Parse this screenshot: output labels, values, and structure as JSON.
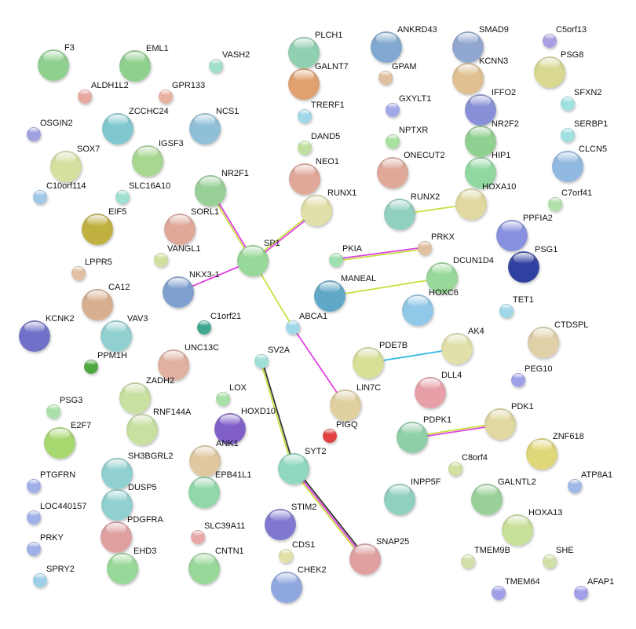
{
  "nodes": [
    {
      "label": "F3",
      "size": "L",
      "color": "#8fd08f"
    },
    {
      "label": "EML1",
      "size": "L",
      "color": "#8fd08f"
    },
    {
      "label": "VASH2",
      "size": "S",
      "color": "#a0e0c8"
    },
    {
      "label": "ALDH1L2",
      "size": "S",
      "color": "#e8a8a0"
    },
    {
      "label": "GPR133",
      "size": "S",
      "color": "#e8b0a0"
    },
    {
      "label": "PLCH1",
      "size": "L",
      "color": "#90d0b0"
    },
    {
      "label": "GALNT7",
      "size": "L",
      "color": "#e0a070"
    },
    {
      "label": "ANKRD43",
      "size": "L",
      "color": "#80a8d0"
    },
    {
      "label": "SMAD9",
      "size": "L",
      "color": "#90a8d0"
    },
    {
      "label": "C5orf13",
      "size": "S",
      "color": "#a8a0e0"
    },
    {
      "label": "PSG8",
      "size": "L",
      "color": "#d8d890"
    },
    {
      "label": "GPAM",
      "size": "S",
      "color": "#e0c0a0"
    },
    {
      "label": "KCNN3",
      "size": "L",
      "color": "#e0c090"
    },
    {
      "label": "TRERF1",
      "size": "S",
      "color": "#a0d8e8"
    },
    {
      "label": "GXYLT1",
      "size": "S",
      "color": "#a0a8e8"
    },
    {
      "label": "IFFO2",
      "size": "L",
      "color": "#8890d8"
    },
    {
      "label": "SFXN2",
      "size": "S",
      "color": "#a0e0e0"
    },
    {
      "label": "OSGIN2",
      "size": "S",
      "color": "#a0a0e0"
    },
    {
      "label": "ZCCHC24",
      "size": "L",
      "color": "#80c8d0"
    },
    {
      "label": "NCS1",
      "size": "L",
      "color": "#90c0d8"
    },
    {
      "label": "NPTXR",
      "size": "S",
      "color": "#a8e0a0"
    },
    {
      "label": "NR2F2",
      "size": "L",
      "color": "#90d090"
    },
    {
      "label": "SERBP1",
      "size": "S",
      "color": "#a0e0e0"
    },
    {
      "label": "SOX7",
      "size": "L",
      "color": "#d8e0a0"
    },
    {
      "label": "IGSF3",
      "size": "L",
      "color": "#a8d890"
    },
    {
      "label": "DAND5",
      "size": "S",
      "color": "#c0e0a0"
    },
    {
      "label": "NEO1",
      "size": "L",
      "color": "#e0a898"
    },
    {
      "label": "ONECUT2",
      "size": "L",
      "color": "#e0a898"
    },
    {
      "label": "HIP1",
      "size": "L",
      "color": "#90d8a0"
    },
    {
      "label": "CLCN5",
      "size": "L",
      "color": "#90b8e0"
    },
    {
      "label": "C10orf114",
      "size": "S",
      "color": "#a0c8e8"
    },
    {
      "label": "SLC16A10",
      "size": "S",
      "color": "#a0e0d0"
    },
    {
      "label": "NR2F1",
      "size": "L",
      "color": "#98d098"
    },
    {
      "label": "RUNX1",
      "size": "L",
      "color": "#e0e0a8"
    },
    {
      "label": "RUNX2",
      "size": "L",
      "color": "#90d0c0"
    },
    {
      "label": "HOXA10",
      "size": "L",
      "color": "#e0d8a0"
    },
    {
      "label": "C7orf41",
      "size": "S",
      "color": "#b0e0a8"
    },
    {
      "label": "EIF5",
      "size": "L",
      "color": "#c0b040"
    },
    {
      "label": "SORL1",
      "size": "L",
      "color": "#e0a898"
    },
    {
      "label": "PPFIA2",
      "size": "L",
      "color": "#8890e0"
    },
    {
      "label": "SP1",
      "size": "L",
      "color": "#98d898"
    },
    {
      "label": "PRKX",
      "size": "S",
      "color": "#e0c0a0"
    },
    {
      "label": "PKIA",
      "size": "S",
      "color": "#a0e0b0"
    },
    {
      "label": "VANGL1",
      "size": "S",
      "color": "#d0e0a0"
    },
    {
      "label": "LPPR5",
      "size": "S",
      "color": "#e0c0a0"
    },
    {
      "label": "PSG1",
      "size": "L",
      "color": "#3040a0"
    },
    {
      "label": "DCUN1D4",
      "size": "L",
      "color": "#98d898"
    },
    {
      "label": "MANEAL",
      "size": "L",
      "color": "#60a8c8"
    },
    {
      "label": "NKX3-1",
      "size": "L",
      "color": "#80a0d0"
    },
    {
      "label": "HOXC6",
      "size": "L",
      "color": "#90c8e8"
    },
    {
      "label": "CA12",
      "size": "L",
      "color": "#d8b090"
    },
    {
      "label": "TET1",
      "size": "S",
      "color": "#a0d8e8"
    },
    {
      "label": "ABCA1",
      "size": "S",
      "color": "#a0d8e8"
    },
    {
      "label": "KCNK2",
      "size": "L",
      "color": "#7070c8"
    },
    {
      "label": "VAV3",
      "size": "L",
      "color": "#90d0d0"
    },
    {
      "label": "C1orf21",
      "size": "S",
      "color": "#40a890"
    },
    {
      "label": "AK4",
      "size": "L",
      "color": "#e0e0a8"
    },
    {
      "label": "CTDSPL",
      "size": "L",
      "color": "#e0d0a8"
    },
    {
      "label": "PPM1H",
      "size": "S",
      "color": "#50a840"
    },
    {
      "label": "UNC13C",
      "size": "L",
      "color": "#e0b0a0"
    },
    {
      "label": "SV2A",
      "size": "S",
      "color": "#a0e0d8"
    },
    {
      "label": "PDE7B",
      "size": "L",
      "color": "#d8e098"
    },
    {
      "label": "PEG10",
      "size": "S",
      "color": "#a0a0e8"
    },
    {
      "label": "DLL4",
      "size": "L",
      "color": "#e8a0a8"
    },
    {
      "label": "ZADH2",
      "size": "L",
      "color": "#c8e0a0"
    },
    {
      "label": "LOX",
      "size": "S",
      "color": "#a8e0a8"
    },
    {
      "label": "LIN7C",
      "size": "L",
      "color": "#e0d0a0"
    },
    {
      "label": "PDK1",
      "size": "L",
      "color": "#e0d8a0"
    },
    {
      "label": "PSG3",
      "size": "S",
      "color": "#a8e0a8"
    },
    {
      "label": "RNF144A",
      "size": "L",
      "color": "#c8e0a0"
    },
    {
      "label": "HOXD10",
      "size": "L",
      "color": "#8060c8"
    },
    {
      "label": "PIGQ",
      "size": "S",
      "color": "#e04040"
    },
    {
      "label": "E2F7",
      "size": "L",
      "color": "#a8d870"
    },
    {
      "label": "PDPK1",
      "size": "L",
      "color": "#90d0a8"
    },
    {
      "label": "ZNF618",
      "size": "L",
      "color": "#e0d878"
    },
    {
      "label": "ANK1",
      "size": "L",
      "color": "#e0c8a0"
    },
    {
      "label": "SYT2",
      "size": "L",
      "color": "#90d8c0"
    },
    {
      "label": "C8orf4",
      "size": "S",
      "color": "#d0e0a0"
    },
    {
      "label": "SH3BGRL2",
      "size": "L",
      "color": "#90d0d0"
    },
    {
      "label": "PTGFRN",
      "size": "S",
      "color": "#a0b0e8"
    },
    {
      "label": "ATP8A1",
      "size": "S",
      "color": "#a0b8e8"
    },
    {
      "label": "EPB41L1",
      "size": "L",
      "color": "#90d8a8"
    },
    {
      "label": "INPP5F",
      "size": "L",
      "color": "#90d0c0"
    },
    {
      "label": "GALNTL2",
      "size": "L",
      "color": "#98d098"
    },
    {
      "label": "DUSP5",
      "size": "L",
      "color": "#90d0d0"
    },
    {
      "label": "LOC440157",
      "size": "S",
      "color": "#a0b0e8"
    },
    {
      "label": "HOXA13",
      "size": "L",
      "color": "#c8e098"
    },
    {
      "label": "PDGFRA",
      "size": "L",
      "color": "#e0a0a0"
    },
    {
      "label": "SLC39A11",
      "size": "S",
      "color": "#e8a8a8"
    },
    {
      "label": "STIM2",
      "size": "L",
      "color": "#8078d0"
    },
    {
      "label": "PRKY",
      "size": "S",
      "color": "#a0b0e8"
    },
    {
      "label": "CDS1",
      "size": "S",
      "color": "#e0e0a8"
    },
    {
      "label": "SNAP25",
      "size": "L",
      "color": "#e0a0a0"
    },
    {
      "label": "TMEM9B",
      "size": "S",
      "color": "#d0e0a8"
    },
    {
      "label": "SHE",
      "size": "S",
      "color": "#d0e0a8"
    },
    {
      "label": "EHD3",
      "size": "L",
      "color": "#98d898"
    },
    {
      "label": "CNTN1",
      "size": "L",
      "color": "#98d898"
    },
    {
      "label": "SPRY2",
      "size": "S",
      "color": "#a0d0e8"
    },
    {
      "label": "CHEK2",
      "size": "L",
      "color": "#90a8e0"
    },
    {
      "label": "TMEM64",
      "size": "S",
      "color": "#a0a0e8"
    },
    {
      "label": "AFAP1",
      "size": "S",
      "color": "#a0a0e8"
    }
  ],
  "edges": [
    {
      "source": "SP1",
      "target": "NR2F1",
      "colors": [
        "#c8e040",
        "#e040e0"
      ]
    },
    {
      "source": "SP1",
      "target": "RUNX1",
      "colors": [
        "#c8e040",
        "#e040e0"
      ]
    },
    {
      "source": "SP1",
      "target": "NKX3-1",
      "colors": [
        "#e040e0"
      ]
    },
    {
      "source": "SP1",
      "target": "ABCA1",
      "colors": [
        "#c8e040"
      ]
    },
    {
      "source": "ABCA1",
      "target": "LIN7C",
      "colors": [
        "#e040e0"
      ]
    },
    {
      "source": "PKIA",
      "target": "PRKX",
      "colors": [
        "#e040e0",
        "#c8e040"
      ]
    },
    {
      "source": "MANEAL",
      "target": "DCUN1D4",
      "colors": [
        "#c8e040"
      ]
    },
    {
      "source": "RUNX2",
      "target": "HOXA10",
      "colors": [
        "#c8e040"
      ]
    },
    {
      "source": "PDE7B",
      "target": "AK4",
      "colors": [
        "#30b8e0"
      ]
    },
    {
      "source": "PDPK1",
      "target": "PDK1",
      "colors": [
        "#c8e040",
        "#e040e0"
      ]
    },
    {
      "source": "SV2A",
      "target": "SYT2",
      "colors": [
        "#333333",
        "#c8e040"
      ]
    },
    {
      "source": "SYT2",
      "target": "SNAP25",
      "colors": [
        "#333333",
        "#e040e0",
        "#c8e040"
      ]
    }
  ]
}
